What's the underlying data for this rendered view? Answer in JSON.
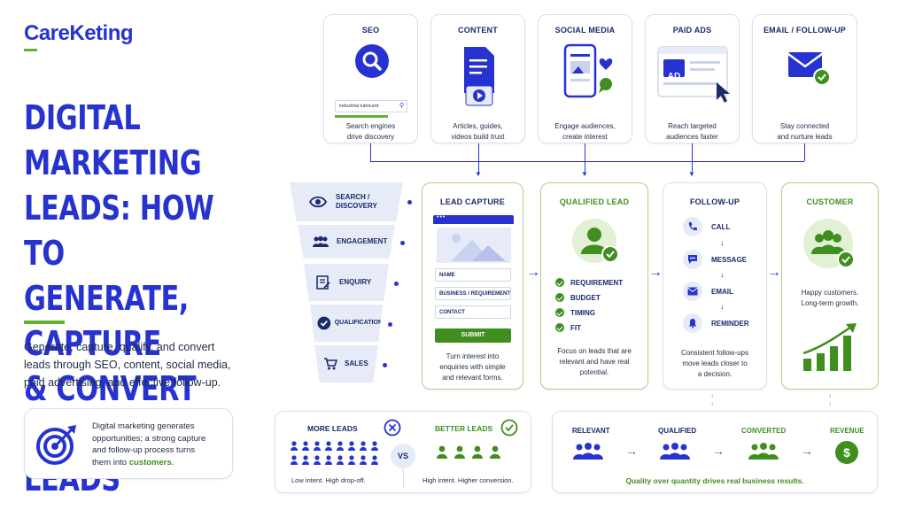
{
  "brand": {
    "name": "CareKeting"
  },
  "headline": "DIGITAL MARKETING\nLEADS: HOW TO\nGENERATE, CAPTURE\n& CONVERT QUALITY\nLEADS",
  "intro": "Generate, capture, qualify, and convert\nleads through SEO, content, social media,\npaid advertising, and effective follow-up.",
  "summary": {
    "text_start": "Digital marketing generates\nopportunities; a strong capture\nand follow-up process turns\nthem into ",
    "text_highlight": "customers",
    "text_end": "."
  },
  "channels": [
    {
      "title": "SEO",
      "desc": "Search engines\ndrive discovery",
      "search_text": "industrial lubricant"
    },
    {
      "title": "CONTENT",
      "desc": "Articles, guides,\nvideos build trust"
    },
    {
      "title": "SOCIAL MEDIA",
      "desc": "Engage audiences,\ncreate interest"
    },
    {
      "title": "PAID ADS",
      "desc": "Reach targeted\naudiences faster",
      "badge": "AD"
    },
    {
      "title": "EMAIL / FOLLOW-UP",
      "desc": "Stay connected\nand nurture leads"
    }
  ],
  "funnel": [
    {
      "label": "SEARCH /\nDISCOVERY",
      "icon": "eye-icon"
    },
    {
      "label": "ENGAGEMENT",
      "icon": "people-icon"
    },
    {
      "label": "ENQUIRY",
      "icon": "form-icon"
    },
    {
      "label": "QUALIFICATION",
      "icon": "check-icon"
    },
    {
      "label": "SALES",
      "icon": "cart-icon"
    }
  ],
  "lead_capture": {
    "title": "LEAD CAPTURE",
    "fields": [
      "NAME",
      "BUSINESS / REQUIREMENT",
      "CONTACT"
    ],
    "submit": "SUBMIT",
    "desc": "Turn interest into\nenquiries with simple\nand relevant forms."
  },
  "qualified": {
    "title": "QUALIFIED LEAD",
    "items": [
      "REQUIREMENT",
      "BUDGET",
      "TIMING",
      "FIT"
    ],
    "desc": "Focus on leads that are\nrelevant and have real\npotential."
  },
  "follow_up": {
    "title": "FOLLOW-UP",
    "items": [
      "CALL",
      "MESSAGE",
      "EMAIL",
      "REMINDER"
    ],
    "desc": "Consistent follow-ups\nmove leads closer to\na decision."
  },
  "customer": {
    "title": "CUSTOMER",
    "desc": "Happy customers.\nLong-term growth."
  },
  "comparison": {
    "more": {
      "title": "MORE LEADS",
      "caption": "Low intent. High drop-off."
    },
    "better": {
      "title": "BETTER LEADS",
      "caption": "High intent. Higher conversion."
    },
    "vs": "VS"
  },
  "stages": {
    "items": [
      "RELEVANT",
      "QUALIFIED",
      "CONVERTED",
      "REVENUE"
    ],
    "revenue_symbol": "$",
    "caption": "Quality over quantity drives real business results."
  },
  "colors": {
    "primary": "#2733d1",
    "green": "#3f8f1f",
    "navy": "#1a2a6b"
  }
}
